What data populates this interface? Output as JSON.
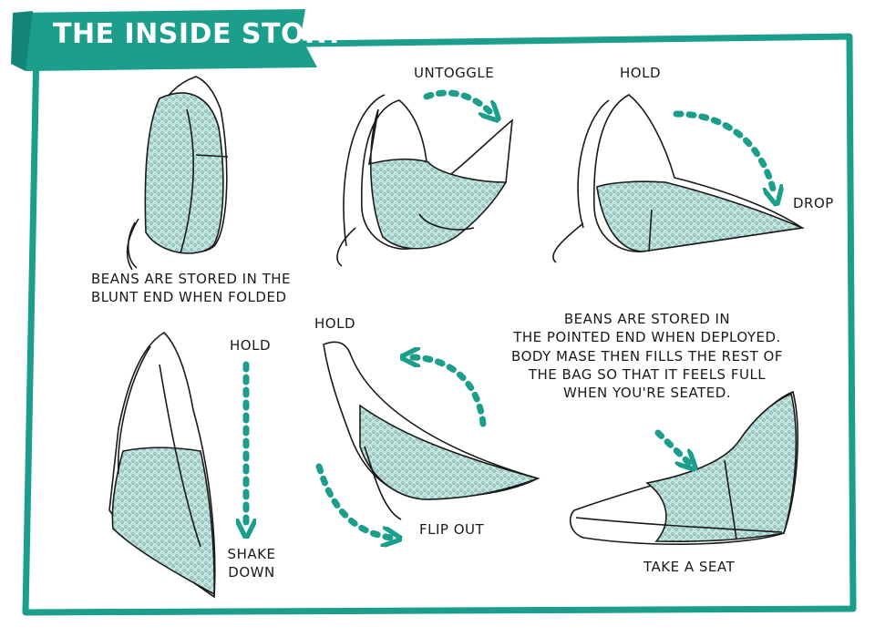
{
  "title": "THE INSIDE STORY",
  "colors": {
    "teal": "#1b9e8c",
    "bean_fill": "#bfe6e0",
    "ink": "#1a1a1a"
  },
  "steps": {
    "untoggle": "UNTOGGLE",
    "hold_top": "HOLD",
    "drop": "DROP",
    "stored_folded_1": "BEANS ARE STORED IN THE",
    "stored_folded_2": "BLUNT END WHEN FOLDED",
    "hold_left": "HOLD",
    "shake": "SHAKE",
    "down": "DOWN",
    "hold_mid": "HOLD",
    "flip_out": "FLIP OUT",
    "deployed_1": "BEANS ARE STORED IN",
    "deployed_2": "THE POINTED END WHEN DEPLOYED.",
    "deployed_3": "BODY MASE THEN FILLS THE REST OF",
    "deployed_4": "THE BAG SO THAT IT FEELS FULL",
    "deployed_5": "WHEN YOU'RE SEATED.",
    "take_seat": "TAKE A SEAT"
  }
}
